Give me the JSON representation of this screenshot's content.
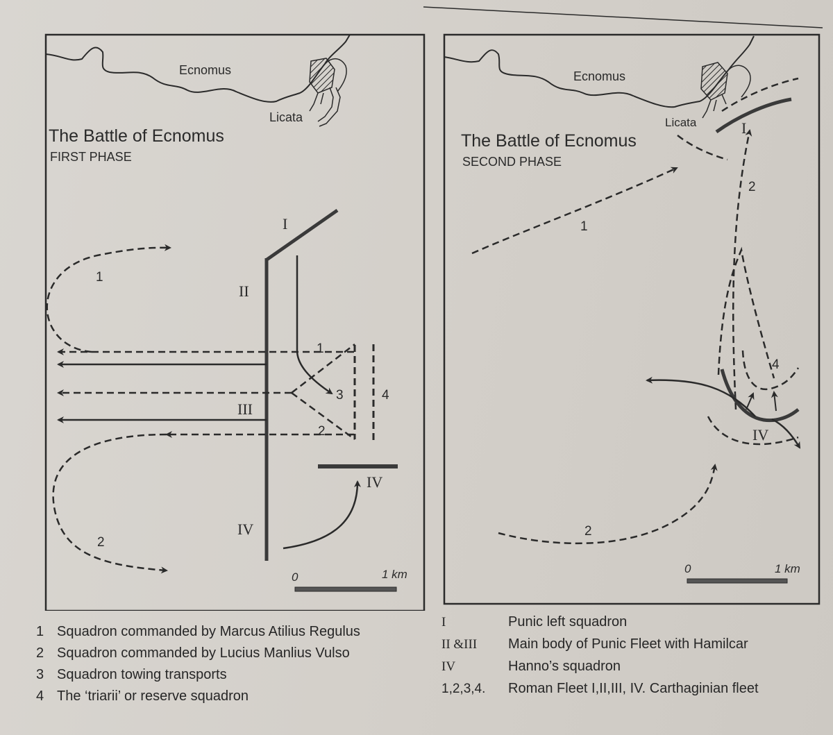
{
  "panels": [
    {
      "title": "The Battle of Ecnomus",
      "subtitle": "FIRST PHASE",
      "town_ecnomus": "Ecnomus",
      "town_licata": "Licata",
      "scale_zero": "0",
      "scale_one": "1 km",
      "labels": {
        "I": "I",
        "II": "II",
        "III": "III",
        "IV_top": "IV",
        "IV_bottom": "IV",
        "r1": "1",
        "r2": "2",
        "r3": "3",
        "r4": "4",
        "loop1": "1",
        "loop2": "2"
      }
    },
    {
      "title": "The Battle of Ecnomus",
      "subtitle": "SECOND PHASE",
      "town_ecnomus": "Ecnomus",
      "town_licata": "Licata",
      "scale_zero": "0",
      "scale_one": "1 km",
      "labels": {
        "I": "I",
        "IV": "IV",
        "r1": "1",
        "r2": "2",
        "r2b": "2",
        "r4": "4"
      }
    }
  ],
  "legend_left": [
    {
      "num": "1",
      "text": "Squadron commanded by Marcus Atilius Regulus"
    },
    {
      "num": "2",
      "text": "Squadron commanded by Lucius Manlius Vulso"
    },
    {
      "num": "3",
      "text": "Squadron towing transports"
    },
    {
      "num": "4",
      "text": "The ‘triarii’ or reserve squadron"
    }
  ],
  "legend_right": [
    {
      "key": "I",
      "text": "Punic left squadron"
    },
    {
      "key": "II &III",
      "text": "Main body of Punic Fleet with Hamilcar"
    },
    {
      "key": "IV",
      "text": "Hanno’s squadron"
    },
    {
      "key": "1,2,3,4.",
      "text": "Roman Fleet   I,II,III, IV. Carthaginian fleet"
    }
  ],
  "colors": {
    "ink": "#2a2a2a",
    "fleet": "#3a3a3a",
    "paper": "#d6d2cc"
  }
}
